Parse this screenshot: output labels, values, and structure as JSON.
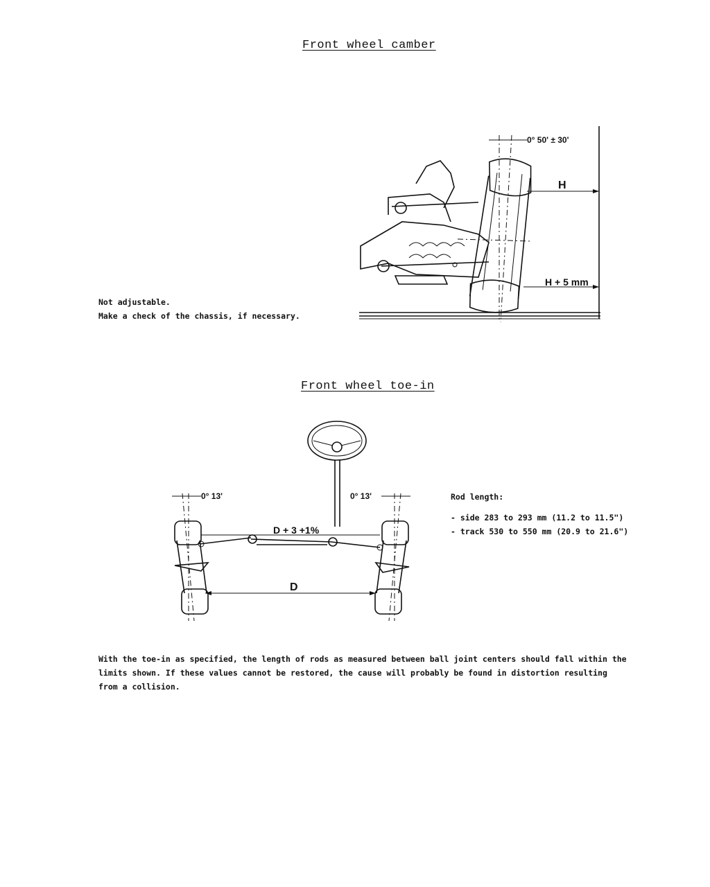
{
  "camber": {
    "title": "Front wheel camber",
    "angle_label": "0° 50' ± 30'",
    "h_label": "H",
    "h5_label": "H + 5 mm",
    "note_line1": "Not adjustable.",
    "note_line2": "Make a check of the chassis, if necessary."
  },
  "toein": {
    "title": "Front wheel toe-in",
    "angle_left": "0° 13'",
    "angle_right": "0° 13'",
    "d_plus": "D + 3 +1%",
    "d": "D",
    "rod_heading": "Rod length:",
    "rod_side": "- side   283 to 293 mm (11.2 to 11.5\")",
    "rod_track": "- track  530 to 550 mm (20.9 to 21.6\")",
    "para_line1": "With the toe-in as specified, the length of rods as measured between ball joint centers should fall within the",
    "para_line2": "limits shown.  If these values cannot be restored, the cause will probably be found in distortion resulting",
    "para_line3": "from a collision."
  }
}
